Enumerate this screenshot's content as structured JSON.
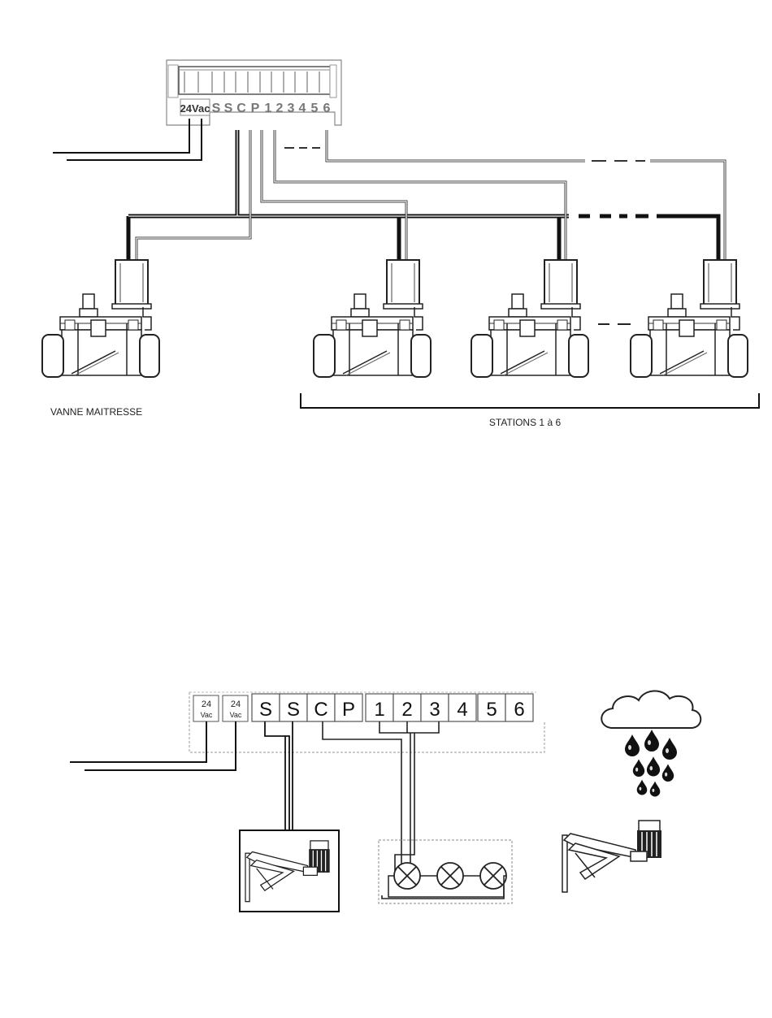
{
  "top": {
    "terminal_power": "24Vac",
    "terminals": [
      "S",
      "S",
      "C",
      "P",
      "1",
      "2",
      "3",
      "4",
      "5",
      "6"
    ],
    "master_valve_label": "VANNE MAITRESSE",
    "stations_label": "STATIONS 1 à 6"
  },
  "bottom": {
    "power_terminals": [
      {
        "top": "24",
        "bottom": "Vac"
      },
      {
        "top": "24",
        "bottom": "Vac"
      }
    ],
    "terminals": [
      "S",
      "S",
      "C",
      "P",
      "1",
      "2",
      "3",
      "4",
      "5",
      "6"
    ]
  },
  "icons": {
    "valve": "solenoid-valve-icon",
    "rain_sensor": "rain-sensor-icon",
    "cloud": "rain-cloud-icon",
    "lamp": "lamp-icon"
  }
}
